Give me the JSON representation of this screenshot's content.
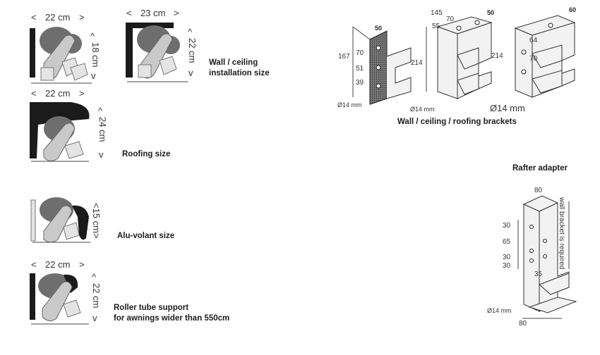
{
  "sizes": {
    "wall": {
      "width_label": "22 cm",
      "height_label": "18 cm",
      "arrow_left": "<",
      "arrow_right": ">",
      "arrow_up": "^",
      "arrow_down": "v"
    },
    "ceiling": {
      "width_label": "23 cm",
      "height_label": "22 cm"
    },
    "wall_ceiling_caption": [
      "Wall / ceiling",
      "installation size"
    ],
    "roofing": {
      "width_label": "22 cm",
      "height_label": "24 cm",
      "caption": "Roofing size"
    },
    "alu_volant": {
      "height_label": "<15 cm>",
      "caption": "Alu-volant size"
    },
    "roller_support": {
      "width_label": "22 cm",
      "height_label": "22 cm",
      "caption": [
        "Roller tube support",
        "for awnings wider than 550cm"
      ]
    }
  },
  "brackets": {
    "caption": "Wall / ceiling / roofing brackets",
    "b1": {
      "w": "50",
      "h": "167",
      "d1": "70",
      "d2": "51",
      "d3": "39",
      "hole": "Ø14 mm"
    },
    "b2": {
      "w1": "145",
      "w2": "70",
      "w3": "55",
      "top": "50",
      "h": "214",
      "hole": "Ø14 mm"
    },
    "b3": {
      "top": "60",
      "h": "214",
      "d1": "64",
      "d2": "70",
      "hole": "Ø14 mm"
    }
  },
  "rafter": {
    "title": "Rafter adapter",
    "top": "80",
    "bottom": "80",
    "d1": "30",
    "d2": "65",
    "d3": "30",
    "d4": "30",
    "d5": "35",
    "note": "wall bracket is required",
    "hole": "Ø14 mm"
  }
}
